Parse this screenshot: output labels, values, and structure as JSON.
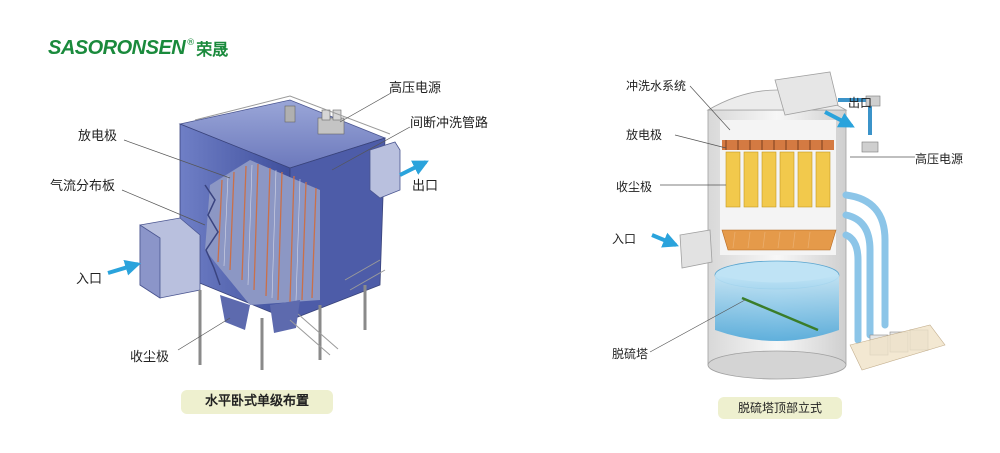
{
  "logo": {
    "brand": "SASORONSEN",
    "registered": "®",
    "chinese": "荣晟"
  },
  "left_diagram": {
    "labels": {
      "power": "高压电源",
      "discharge": "放电极",
      "flush": "间断冲洗管路",
      "airflow": "气流分布板",
      "outlet": "出口",
      "inlet": "入口",
      "collector": "收尘极"
    },
    "caption": "水平卧式单级布置"
  },
  "right_diagram": {
    "labels": {
      "wash": "冲洗水系统",
      "outlet": "出口",
      "discharge": "放电极",
      "power": "高压电源",
      "collector": "收尘极",
      "inlet": "入口",
      "tower": "脱硫塔"
    },
    "caption": "脱硫塔顶部立式"
  },
  "colors": {
    "brand_green": "#1a8a3c",
    "arrow_blue": "#2aa3dc",
    "caption_bg": "#eef0cf"
  }
}
